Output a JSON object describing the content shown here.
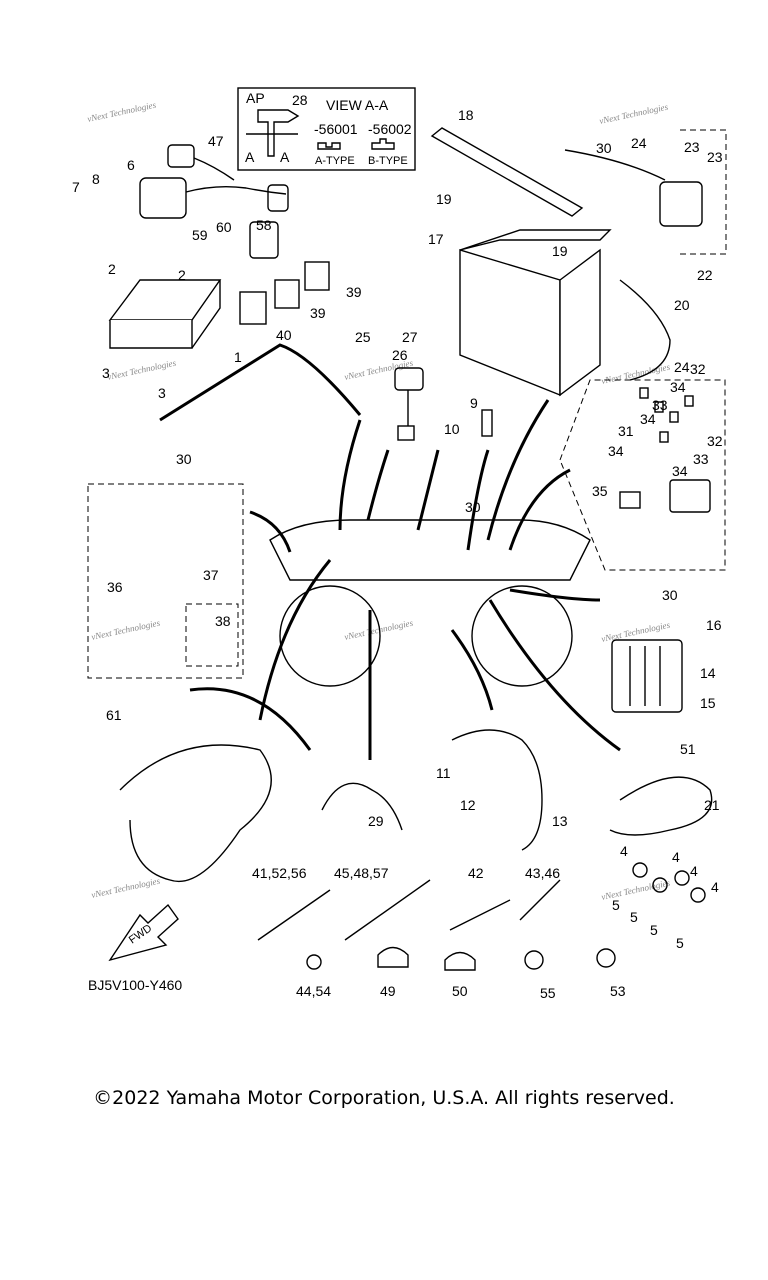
{
  "view_box": {
    "view_title": "VIEW A-A",
    "ap_label": "AP",
    "code_a": "-56001",
    "code_b": "-56002",
    "type_a": "A-TYPE",
    "type_b": "B-TYPE",
    "section_a_left": "A",
    "section_a_right": "A"
  },
  "diagram_code": "BJ5V100-Y460",
  "fwd_label": "FWD",
  "watermark": "vNext Technologies",
  "copyright": "©2022 Yamaha Motor Corporation, U.S.A. All rights reserved.",
  "callouts": [
    "1",
    "2",
    "2",
    "3",
    "3",
    "4",
    "4",
    "4",
    "4",
    "5",
    "5",
    "5",
    "5",
    "6",
    "7",
    "8",
    "9",
    "10",
    "11",
    "12",
    "13",
    "14",
    "15",
    "16",
    "17",
    "18",
    "19",
    "19",
    "20",
    "21",
    "22",
    "23",
    "23",
    "24",
    "24",
    "25",
    "26",
    "27",
    "28",
    "29",
    "30",
    "30",
    "30",
    "30",
    "31",
    "32",
    "32",
    "33",
    "33",
    "34",
    "34",
    "34",
    "34",
    "35",
    "36",
    "37",
    "38",
    "39",
    "39",
    "40",
    "41,52,56",
    "42",
    "43,46",
    "44,54",
    "45,48,57",
    "47",
    "49",
    "50",
    "51",
    "53",
    "55",
    "58",
    "59",
    "60",
    "61"
  ]
}
